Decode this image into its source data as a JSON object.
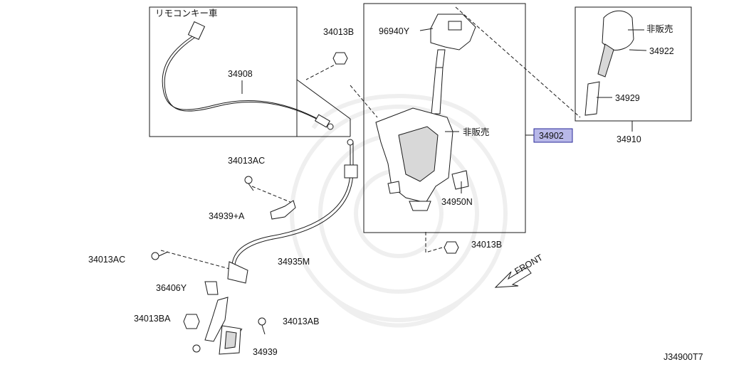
{
  "diagram_code": "J34900T7",
  "direction_label": "FRONT",
  "remote_box_title": "リモコンキー車",
  "highlighted_part": "34902",
  "parts": {
    "p34013B_top": "34013B",
    "p96940Y": "96940Y",
    "p34908": "34908",
    "p34013AC_top": "34013AC",
    "p34939A": "34939+A",
    "p34935M": "34935M",
    "p34013AC_left": "34013AC",
    "p36406Y": "36406Y",
    "p34013BA": "34013BA",
    "p34013AB": "34013AB",
    "p34939": "34939",
    "p34950N": "34950N",
    "p34013B_mid": "34013B",
    "p34922": "34922",
    "p34929": "34929",
    "p34910": "34910"
  },
  "not_for_sale_label": "非販売"
}
